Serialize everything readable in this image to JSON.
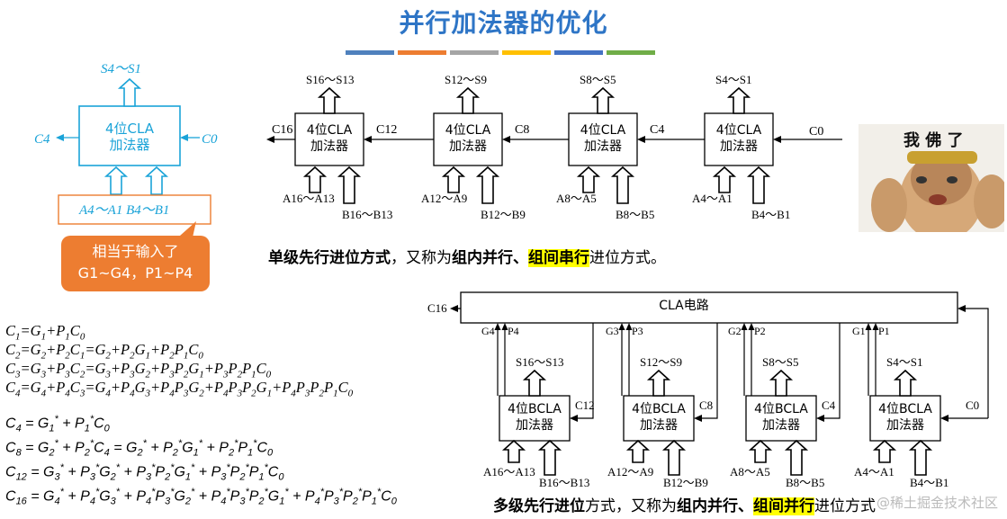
{
  "title": "并行加法器的优化",
  "stripe_colors": [
    "#4f81bd",
    "#ed7d31",
    "#a5a5a5",
    "#ffc000",
    "#4472c4",
    "#70ad47"
  ],
  "left_block": {
    "sum_label": "S4～S1",
    "box_line1": "4位CLA",
    "box_line2": "加法器",
    "carry_out": "C4",
    "carry_in": "C0",
    "input_label": "A4～A1  B4～B1",
    "bubble_line1": "相当于输入了",
    "bubble_line2": "G1~G4，P1~P4"
  },
  "single_level": {
    "blocks": [
      {
        "sum": "S16～S13",
        "line1": "4位CLA",
        "line2": "加法器",
        "a": "A16～A13",
        "b": "B16～B13",
        "cout": "C16"
      },
      {
        "sum": "S12～S9",
        "line1": "4位CLA",
        "line2": "加法器",
        "a": "A12～A9",
        "b": "B12～B9",
        "cout": "C12"
      },
      {
        "sum": "S8～S5",
        "line1": "4位CLA",
        "line2": "加法器",
        "a": "A8～A5",
        "b": "B8～B5",
        "cout": "C8"
      },
      {
        "sum": "S4～S1",
        "line1": "4位CLA",
        "line2": "加法器",
        "a": "A4～A1",
        "b": "B4～B1",
        "cout": "C4"
      }
    ],
    "cin": "C0",
    "caption_pre": "单级先行进位方式",
    "caption_mid": "，又称为",
    "caption_b1": "组内并行、",
    "caption_hl": "组间串行",
    "caption_post": "进位方式。"
  },
  "meme_text": "我 佛 了",
  "multi_level": {
    "cla_label": "CLA电路",
    "c16": "C16",
    "blocks": [
      {
        "g": "G4*",
        "p": "P4*",
        "sum": "S16～S13",
        "line1": "4位BCLA",
        "line2": "加法器",
        "a": "A16～A13",
        "b": "B16～B13",
        "cin": "C12"
      },
      {
        "g": "G3*",
        "p": "P3*",
        "sum": "S12～S9",
        "line1": "4位BCLA",
        "line2": "加法器",
        "a": "A12～A9",
        "b": "B12～B9",
        "cin": "C8"
      },
      {
        "g": "G2*",
        "p": "P2*",
        "sum": "S8～S5",
        "line1": "4位BCLA",
        "line2": "加法器",
        "a": "A8～A5",
        "b": "B8～B5",
        "cin": "C4"
      },
      {
        "g": "G1*",
        "p": "P1*",
        "sum": "S4～S1",
        "line1": "4位BCLA",
        "line2": "加法器",
        "a": "A4～A1",
        "b": "B4～B1",
        "cin": "C0"
      }
    ],
    "caption_pre": "多级先行进位",
    "caption_mid": "方式，又称为",
    "caption_b1": "组内并行、",
    "caption_hl": "组间并行",
    "caption_post": "进位方式"
  },
  "equations_serif": [
    "C1=G1+P1C0",
    "C2=G2+P2C1=G2+P2G1+P2P1C0",
    "C3=G3+P3C2=G3+P3G2+P3P2G1+P3P2P1C0",
    "C4=G4+P4C3=G4+P4G3+P4P3G2+P4P3P2G1+P4P3P2P1C0"
  ],
  "equations_star": [
    "C4 = G1* + P1*C0",
    "C8 = G2* + P2*C4 = G2* + P2*G1* + P2*P1*C0",
    "C12 = G3* + P3*G2* + P3*P2*G1* + P3*P2*P1*C0",
    "C16 = G4* + P4*G3* + P4*P3*G2* + P4*P3*P2*G1* + P4*P3*P2*P1*C0"
  ],
  "watermark": "@稀土掘金技术社区"
}
